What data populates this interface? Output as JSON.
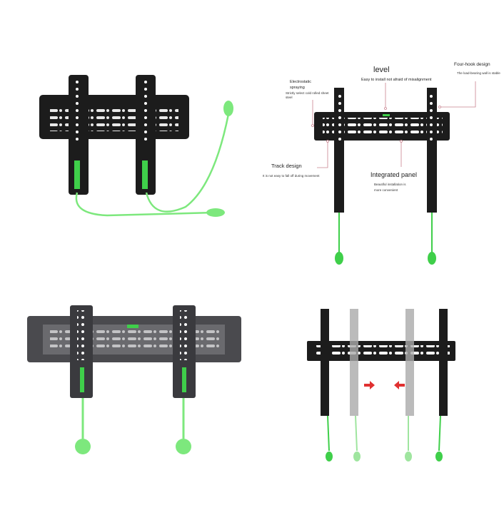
{
  "colors": {
    "bracket": "#1c1c1c",
    "bracket_gray": "#4a4a4e",
    "cord": "#7de87d",
    "cord_dark": "#3fcf4a",
    "leader": "#c9828e",
    "arrow": "#e03030"
  },
  "panels": [
    {
      "name": "tilt-mount-front-with-cords"
    },
    {
      "name": "feature-callouts",
      "callouts": {
        "level": {
          "title": "level",
          "desc": "Easy to install not afraid of misalignment"
        },
        "four_hook": {
          "title": "Four-hook design",
          "desc": "The load-bearing wall is stable"
        },
        "electrostatic": {
          "title_line1": "Electrostatic",
          "title_line2": "spraying",
          "desc_line1": "Strictly select cold rolled sheet",
          "desc_line2": "steel"
        },
        "track": {
          "title": "Track design",
          "desc": "It is not easy to fall off during movement"
        },
        "integrated": {
          "title": "Integrated panel",
          "desc_line1": "Beautiful installation is",
          "desc_line2": "more convenient"
        }
      }
    },
    {
      "name": "tilt-mount-gray-render"
    },
    {
      "name": "sliding-adjustment-demo",
      "icons": [
        "arrow-right-icon",
        "arrow-left-icon"
      ]
    }
  ]
}
